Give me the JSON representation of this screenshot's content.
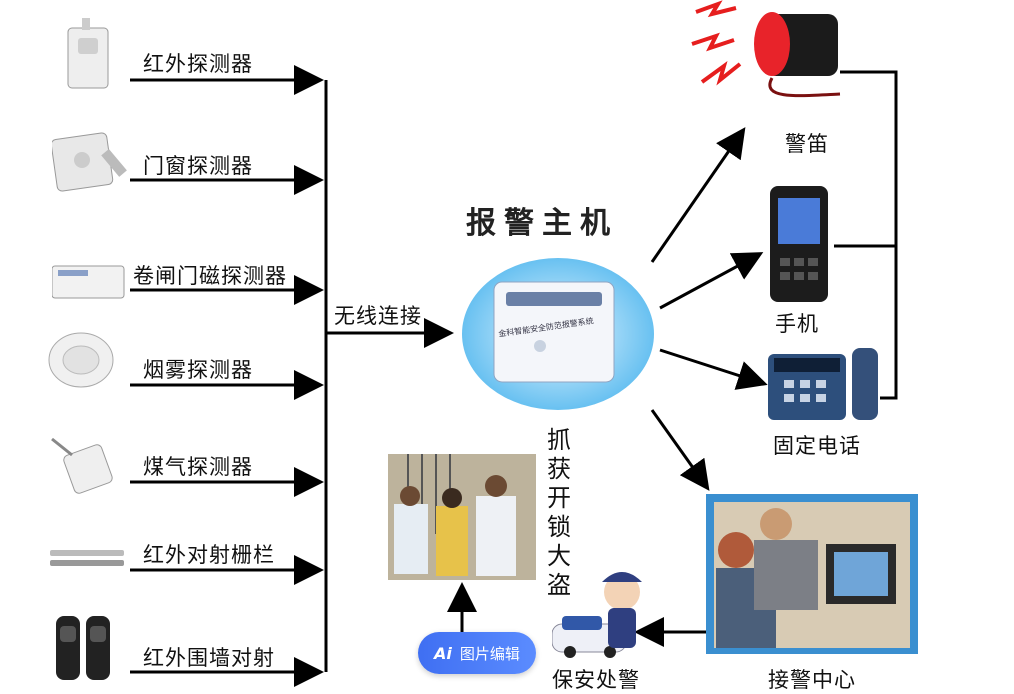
{
  "title": "报警主机",
  "link_label": "无线连接",
  "detectors": [
    {
      "label": "红外探测器",
      "icon": "pir-detector-icon"
    },
    {
      "label": "门窗探测器",
      "icon": "door-sensor-icon"
    },
    {
      "label": "卷闸门磁探测器",
      "icon": "shutter-sensor-icon"
    },
    {
      "label": "烟雾探测器",
      "icon": "smoke-detector-icon"
    },
    {
      "label": "煤气探测器",
      "icon": "gas-detector-icon"
    },
    {
      "label": "红外对射栅栏",
      "icon": "ir-fence-icon"
    },
    {
      "label": "红外围墙对射",
      "icon": "ir-wall-beam-icon"
    }
  ],
  "outputs": {
    "siren": "警笛",
    "mobile": "手机",
    "landline": "固定电话",
    "center": "接警中心",
    "patrol": "保安处警",
    "arrest": "抓获开锁大盗"
  },
  "panel_caption": "金科智能安全防范报警系统",
  "badge": {
    "ai": "Ai",
    "label": "图片编辑"
  }
}
